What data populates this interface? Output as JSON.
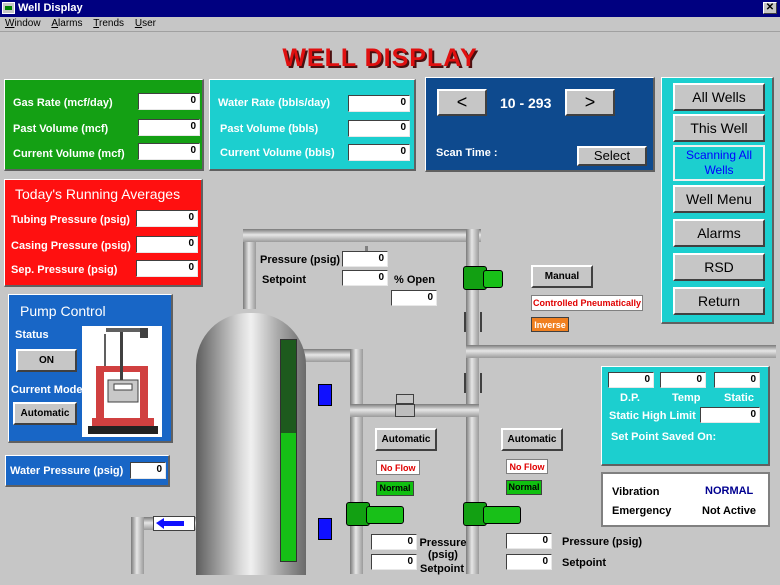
{
  "window": {
    "title": "Well Display"
  },
  "menu": [
    "Window",
    "Alarms",
    "Trends",
    "User"
  ],
  "page_title": "WELL DISPLAY",
  "gas_panel": {
    "rows": [
      {
        "label": "Gas Rate (mcf/day)",
        "value": "0"
      },
      {
        "label": "Past Volume (mcf)",
        "value": "0"
      },
      {
        "label": "Current Volume (mcf)",
        "value": "0"
      }
    ]
  },
  "water_panel": {
    "rows": [
      {
        "label": "Water Rate (bbls/day)",
        "value": "0"
      },
      {
        "label": "Past Volume (bbls)",
        "value": "0"
      },
      {
        "label": "Current Volume (bbls)",
        "value": "0"
      }
    ]
  },
  "nav": {
    "prev": "<",
    "next": ">",
    "range": "10 - 293",
    "scan_label": "Scan Time :",
    "select": "Select"
  },
  "averages": {
    "title": "Today's Running Averages",
    "rows": [
      {
        "label": "Tubing Pressure (psig)",
        "value": "0"
      },
      {
        "label": "Casing Pressure (psig)",
        "value": "0"
      },
      {
        "label": "Sep. Pressure (psig)",
        "value": "0"
      }
    ]
  },
  "pump": {
    "title": "Pump Control",
    "status_label": "Status",
    "status_btn": "ON",
    "mode_label": "Current Mode",
    "mode_btn": "Automatic"
  },
  "water_pressure": {
    "label": "Water Pressure (psig)",
    "value": "0"
  },
  "side_menu": {
    "all_wells": "All Wells",
    "this_well": "This Well",
    "scanning": "Scanning All Wells",
    "well_menu": "Well Menu",
    "alarms": "Alarms",
    "rsd": "RSD",
    "return": "Return"
  },
  "top_control": {
    "pressure_label": "Pressure (psig)",
    "pressure": "0",
    "setpoint_label": "Setpoint",
    "setpoint": "0",
    "open_label": "% Open",
    "open": "0"
  },
  "manual": {
    "btn": "Manual",
    "mode_text": "Controlled Pneumatically",
    "inverse": "Inverse"
  },
  "meter": {
    "dp": "0",
    "temp": "0",
    "static": "0",
    "dp_label": "D.P.",
    "temp_label": "Temp",
    "static_label": "Static",
    "high_limit_label": "Static High Limit",
    "high_limit": "0",
    "saved_label": "Set Point Saved On:"
  },
  "status": {
    "vibration_label": "Vibration",
    "vibration": "NORMAL",
    "emergency_label": "Emergency",
    "emergency": "Not Active"
  },
  "left_valve": {
    "btn": "Automatic",
    "flow": "No Flow",
    "state": "Normal",
    "pressure_label": "Pressure (psig)",
    "pressure": "0",
    "setpoint_label": "Setpoint",
    "setpoint": "0"
  },
  "right_valve": {
    "btn": "Automatic",
    "flow": "No Flow",
    "state": "Normal",
    "pressure_label": "Pressure (psig)",
    "pressure": "0",
    "setpoint_label": "Setpoint",
    "setpoint": "0"
  },
  "tank_level": 0.58,
  "colors": {
    "gas": "#14a014",
    "water": "#1ccfcf",
    "alarm": "#ff1010",
    "nav": "#0e4a8e",
    "pump": "#1866c6"
  }
}
